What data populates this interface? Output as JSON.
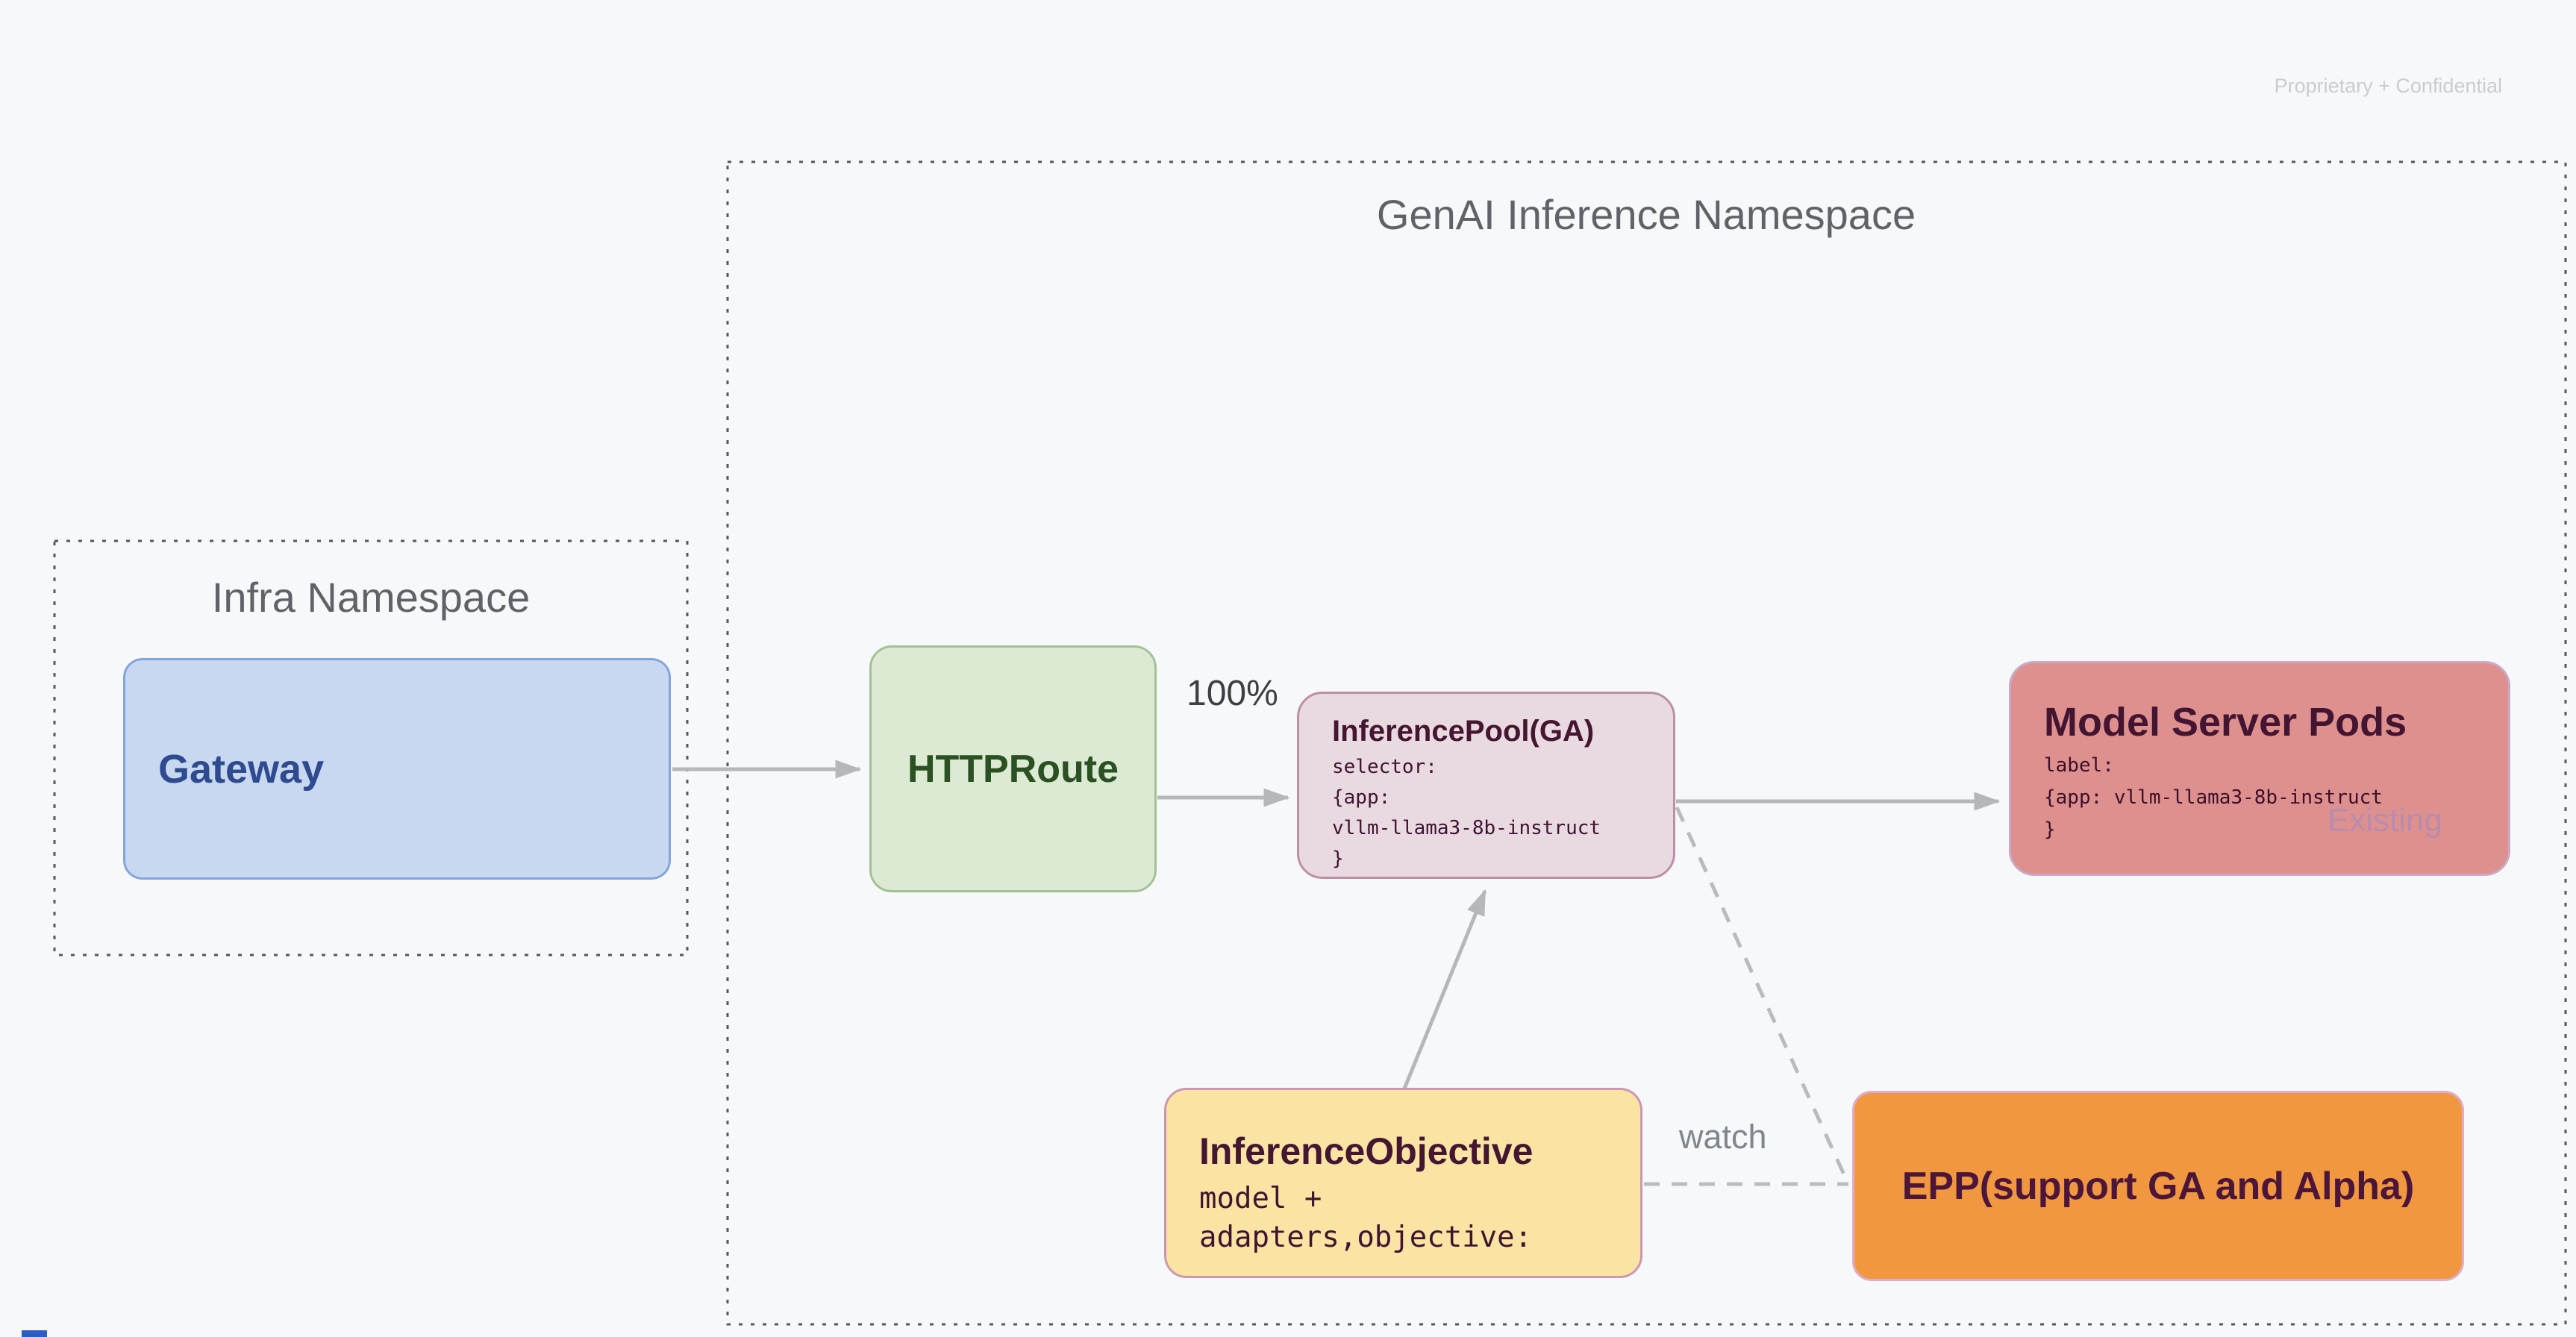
{
  "watermark": "Proprietary + Confidential",
  "namespaces": {
    "genai": {
      "title": "GenAI Inference Namespace"
    },
    "infra": {
      "title": "Infra Namespace"
    }
  },
  "nodes": {
    "gateway": {
      "title": "Gateway"
    },
    "httproute": {
      "title": "HTTPRoute"
    },
    "inference_pool": {
      "title": "InferencePool(GA)",
      "code": "selector:\n{app:\nvllm-llama3-8b-instruct\n}"
    },
    "model_server_pods": {
      "title": "Model Server Pods",
      "code": "label:\n{app: vllm-llama3-8b-instruct\n}",
      "badge": "Existing"
    },
    "inference_objective": {
      "title": "InferenceObjective",
      "code": "model +\nadapters,objective:"
    },
    "epp": {
      "title": "EPP(support GA and Alpha)"
    }
  },
  "edges": {
    "gateway_to_httproute": {
      "from": "gateway",
      "to": "httproute",
      "style": "solid-arrow",
      "label": ""
    },
    "httproute_to_pool": {
      "from": "httproute",
      "to": "inference_pool",
      "style": "solid-arrow",
      "label": "100%"
    },
    "pool_to_pods": {
      "from": "inference_pool",
      "to": "model_server_pods",
      "style": "solid-arrow",
      "label": ""
    },
    "objective_to_pool": {
      "from": "inference_objective",
      "to": "inference_pool",
      "style": "solid-arrow",
      "label": ""
    },
    "pool_to_epp": {
      "from": "inference_pool",
      "to": "epp",
      "style": "dashed",
      "label": ""
    },
    "objective_to_epp": {
      "from": "inference_objective",
      "to": "epp",
      "style": "dashed",
      "label": "watch"
    }
  },
  "colors": {
    "background": "#f7f8f9",
    "namespace_border": "#54575b",
    "namespace_title": "#5f6368",
    "gateway_fill": "#c8d8f1",
    "gateway_border": "#84a4de",
    "gateway_text": "#2e4b8f",
    "httproute_fill": "#dcead4",
    "httproute_border": "#a2c296",
    "httproute_text": "#2b5123",
    "inference_pool_fill": "#e9d9e1",
    "inference_pool_border": "#bd8fa6",
    "model_server_pods_fill": "#de908e",
    "model_server_pods_border": "#c9a9c6",
    "inference_objective_fill": "#fae4a4",
    "inference_objective_border": "#cb98b0",
    "epp_fill": "#f09740",
    "epp_border": "#ddaecb",
    "dark_text": "#45162f",
    "existing_badge": "#b48cb0",
    "arrow": "#b5b7bb",
    "edge_label_dark": "#3c4043",
    "edge_label_gray": "#7f868c",
    "watermark": "#c9ccd1"
  }
}
